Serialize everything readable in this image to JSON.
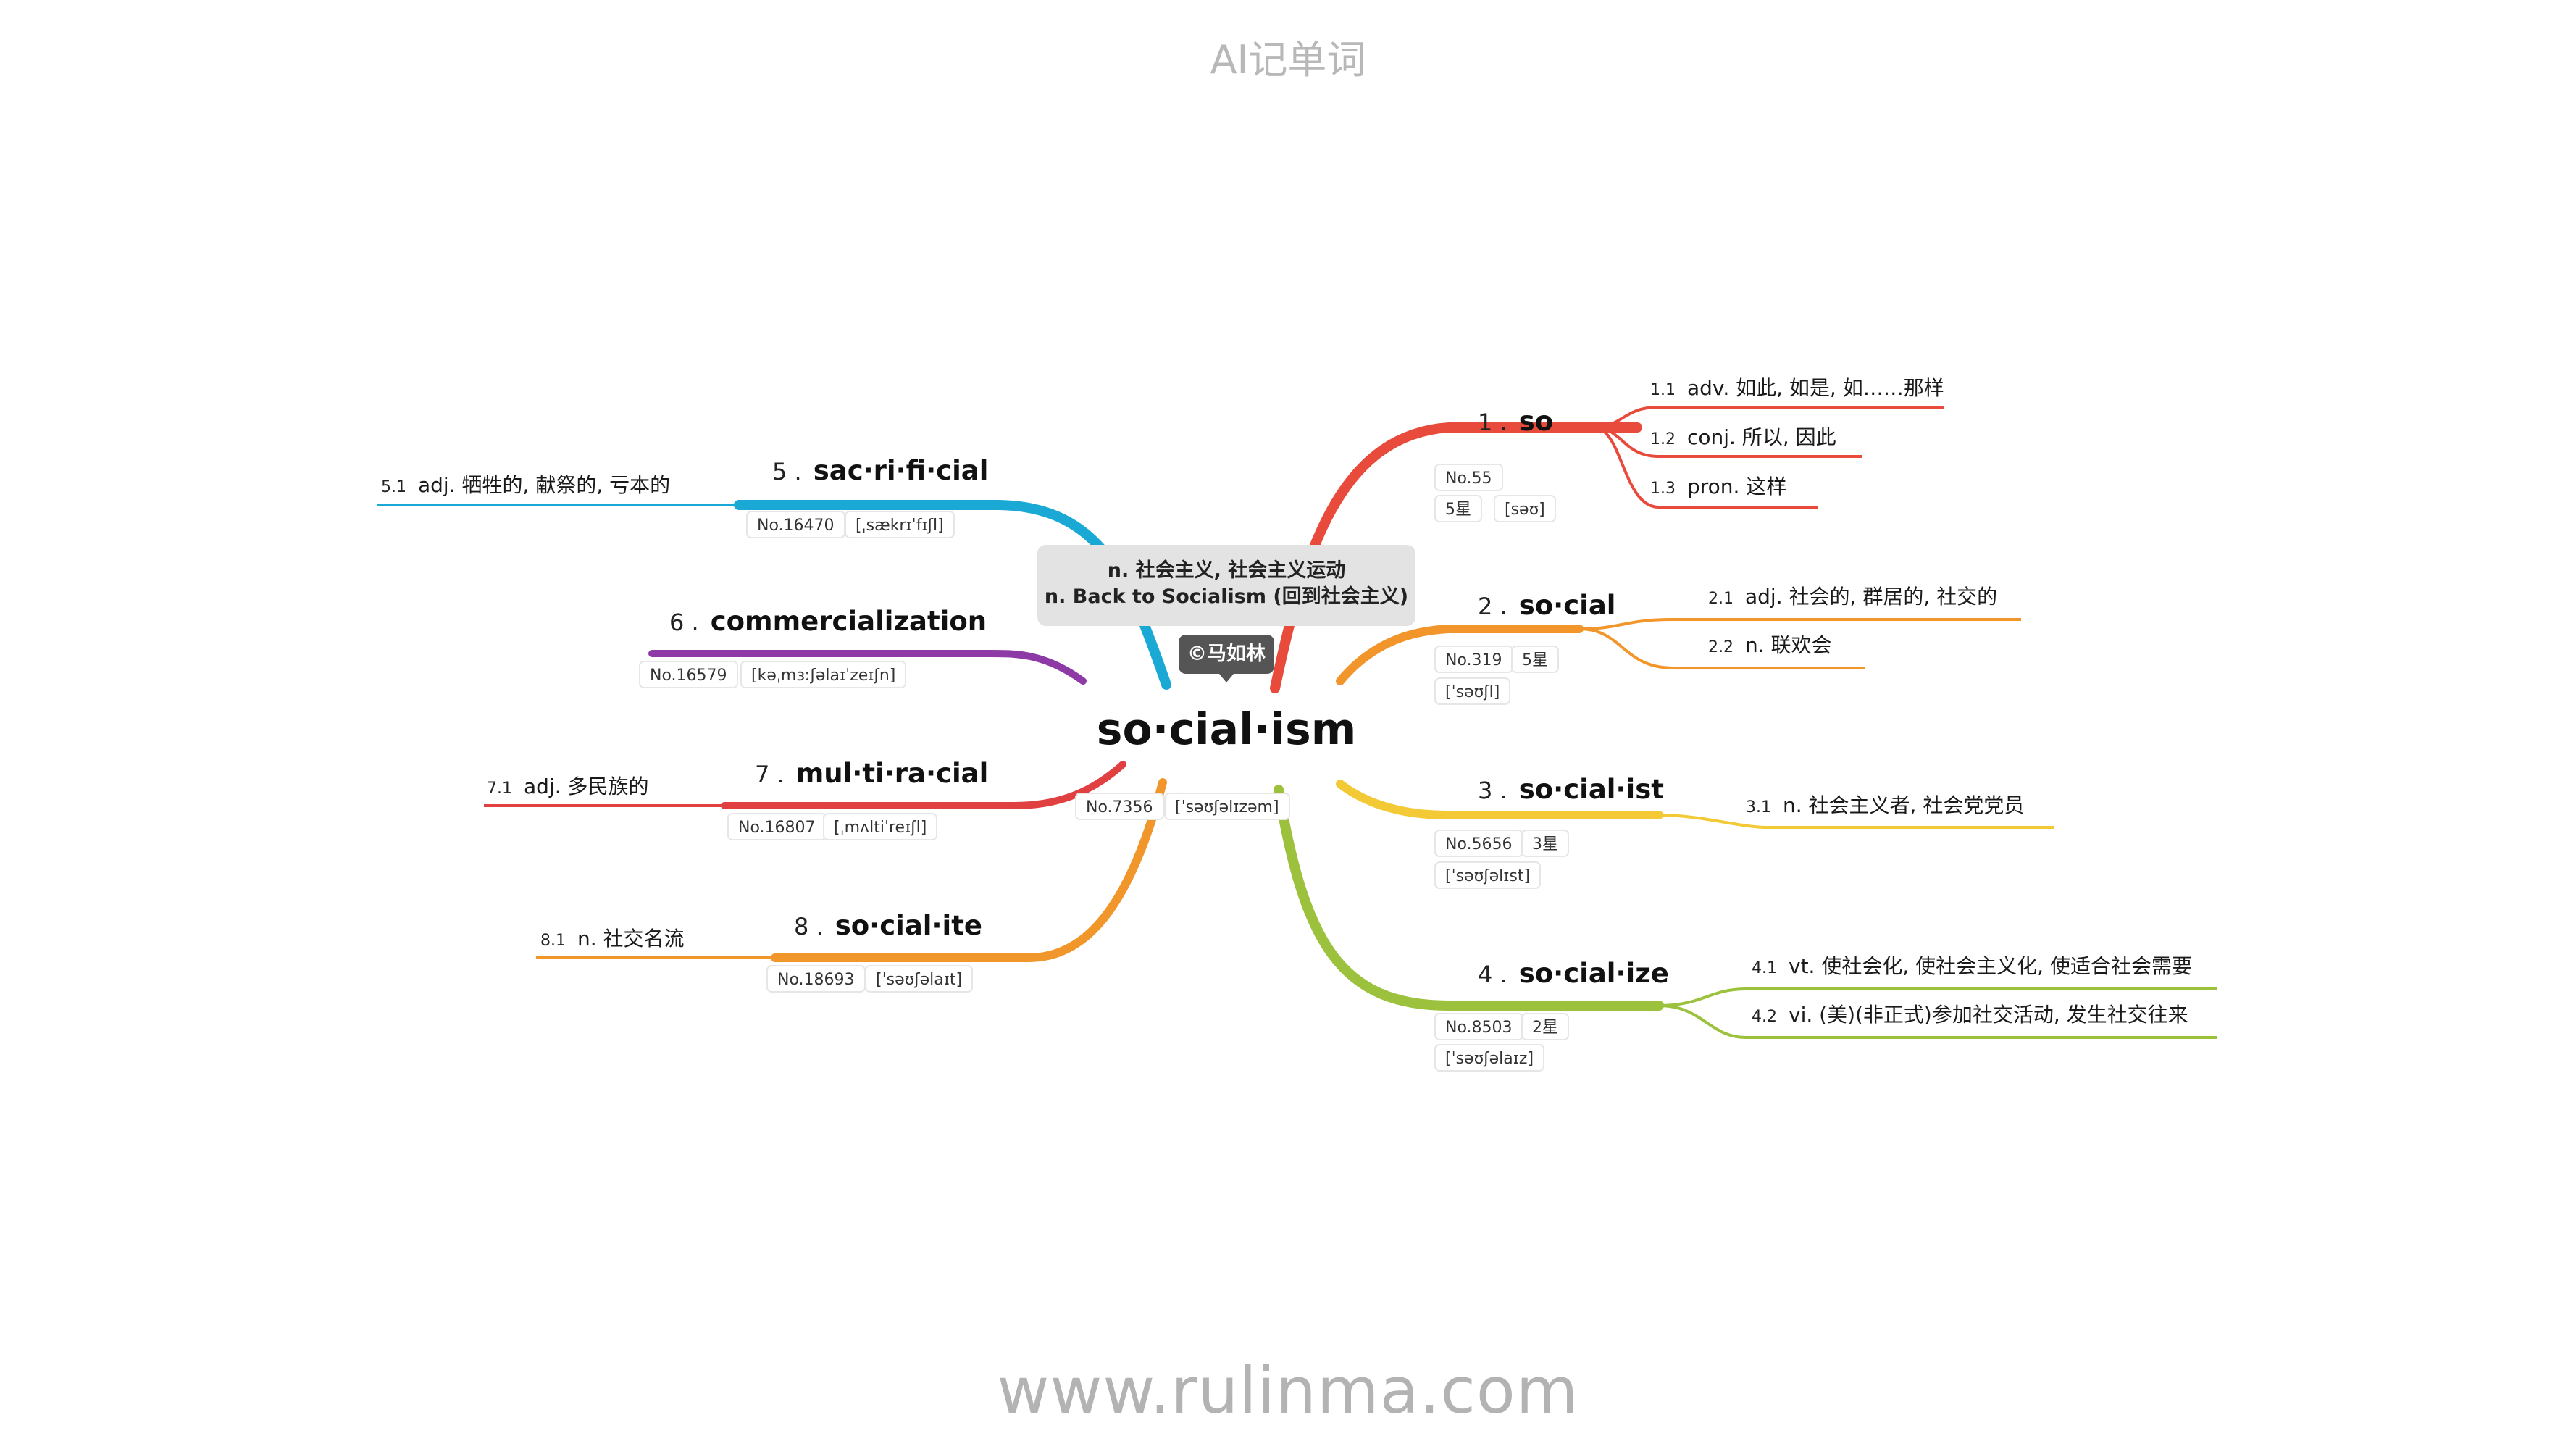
{
  "header": {
    "title": "AI记单词"
  },
  "footer": {
    "url": "www.rulinma.com"
  },
  "center": {
    "word": "so·cial·ism",
    "no": "No.7356",
    "phonetic": "[ˈsəʊʃəlɪzəm]",
    "callout_line1": "n. 社会主义, 社会主义运动",
    "callout_line2": "n. Back to Socialism (回到社会主义)",
    "copyright": "©马如林"
  },
  "branches": [
    {
      "num": "1 .",
      "word": "so",
      "no": "No.55",
      "star": "5星",
      "phonetic": "[səʊ]",
      "color": "#e84a3b",
      "defs": [
        {
          "n": "1.1",
          "t": "adv. 如此, 如是, 如……那样"
        },
        {
          "n": "1.2",
          "t": "conj. 所以, 因此"
        },
        {
          "n": "1.3",
          "t": "pron. 这样"
        }
      ]
    },
    {
      "num": "2 .",
      "word": "so·cial",
      "no": "No.319",
      "star": "5星",
      "phonetic": "[ˈsəʊʃl]",
      "color": "#f2962c",
      "defs": [
        {
          "n": "2.1",
          "t": "adj. 社会的, 群居的, 社交的"
        },
        {
          "n": "2.2",
          "t": "n. 联欢会"
        }
      ]
    },
    {
      "num": "3 .",
      "word": "so·cial·ist",
      "no": "No.5656",
      "star": "3星",
      "phonetic": "[ˈsəʊʃəlɪst]",
      "color": "#f3c935",
      "defs": [
        {
          "n": "3.1",
          "t": "n. 社会主义者, 社会党党员"
        }
      ]
    },
    {
      "num": "4 .",
      "word": "so·cial·ize",
      "no": "No.8503",
      "star": "2星",
      "phonetic": "[ˈsəʊʃəlaɪz]",
      "color": "#9cc23d",
      "defs": [
        {
          "n": "4.1",
          "t": "vt. 使社会化, 使社会主义化, 使适合社会需要"
        },
        {
          "n": "4.2",
          "t": "vi. (美)(非正式)参加社交活动, 发生社交往来"
        }
      ]
    },
    {
      "num": "5 .",
      "word": "sac·ri·fi·cial",
      "no": "No.16470",
      "phonetic": "[ˌsækrɪˈfɪʃl]",
      "color": "#1aa8d4",
      "defs": [
        {
          "n": "5.1",
          "t": "adj. 牺牲的, 献祭的, 亏本的"
        }
      ]
    },
    {
      "num": "6 .",
      "word": "commercialization",
      "no": "No.16579",
      "phonetic": "[kəˌmɜːʃəlaɪˈzeɪʃn]",
      "color": "#8e3aa6",
      "defs": []
    },
    {
      "num": "7 .",
      "word": "mul·ti·ra·cial",
      "no": "No.16807",
      "phonetic": "[ˌmʌltiˈreɪʃl]",
      "color": "#e14040",
      "defs": [
        {
          "n": "7.1",
          "t": "adj. 多民族的"
        }
      ]
    },
    {
      "num": "8 .",
      "word": "so·cial·ite",
      "no": "No.18693",
      "phonetic": "[ˈsəʊʃəlaɪt]",
      "color": "#f0962b",
      "defs": [
        {
          "n": "8.1",
          "t": "n. 社交名流"
        }
      ]
    }
  ]
}
